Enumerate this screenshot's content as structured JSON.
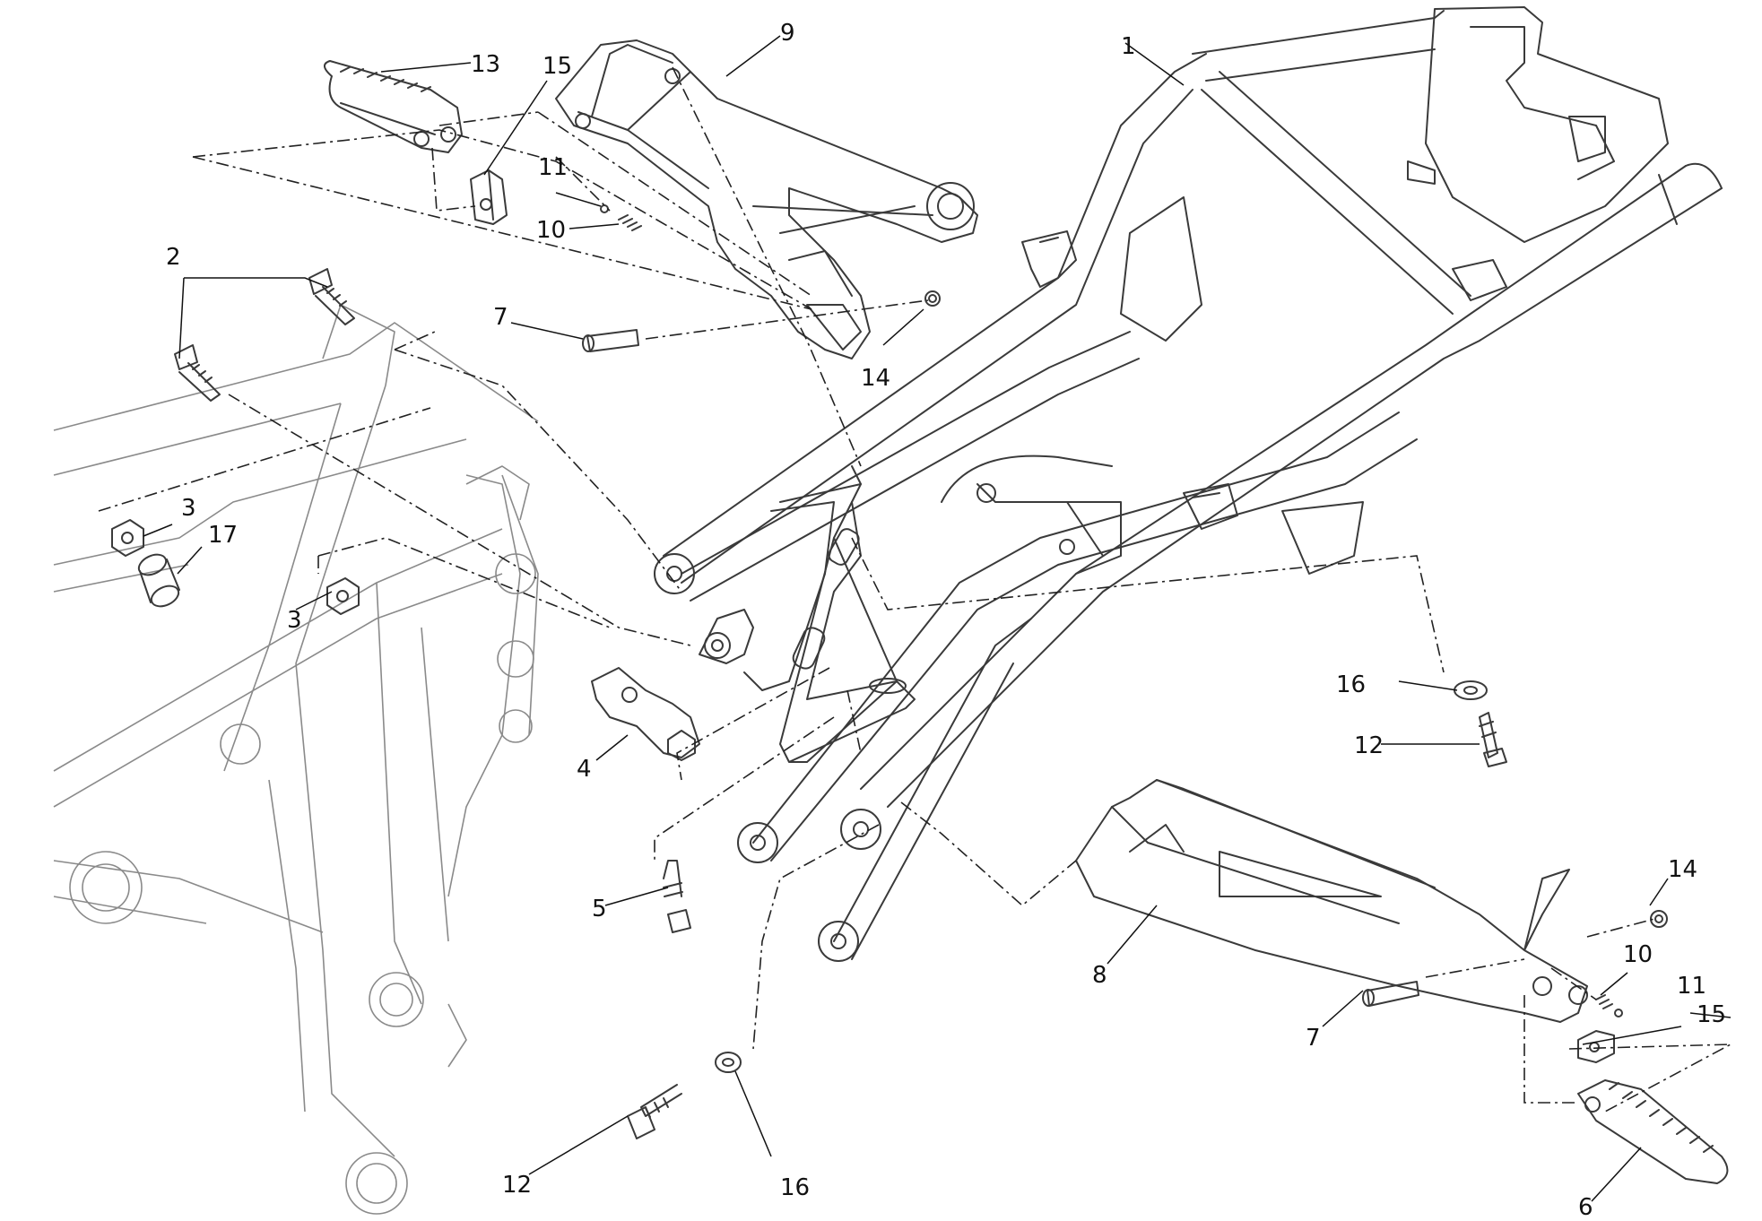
{
  "callouts": {
    "c1": "1",
    "c2": "2",
    "c3a": "3",
    "c3b": "3",
    "c4": "4",
    "c5": "5",
    "c6": "6",
    "c7a": "7",
    "c7b": "7",
    "c8": "8",
    "c9": "9",
    "c10a": "10",
    "c10b": "10",
    "c11a": "11",
    "c11b": "11",
    "c12a": "12",
    "c12b": "12",
    "c13": "13",
    "c14a": "14",
    "c14b": "14",
    "c15a": "15",
    "c15b": "15",
    "c16a": "16",
    "c16b": "16",
    "c17": "17"
  },
  "colors": {
    "line": "#3a3a3a",
    "faint_frame": "#8a8a8a",
    "background": "#ffffff"
  }
}
